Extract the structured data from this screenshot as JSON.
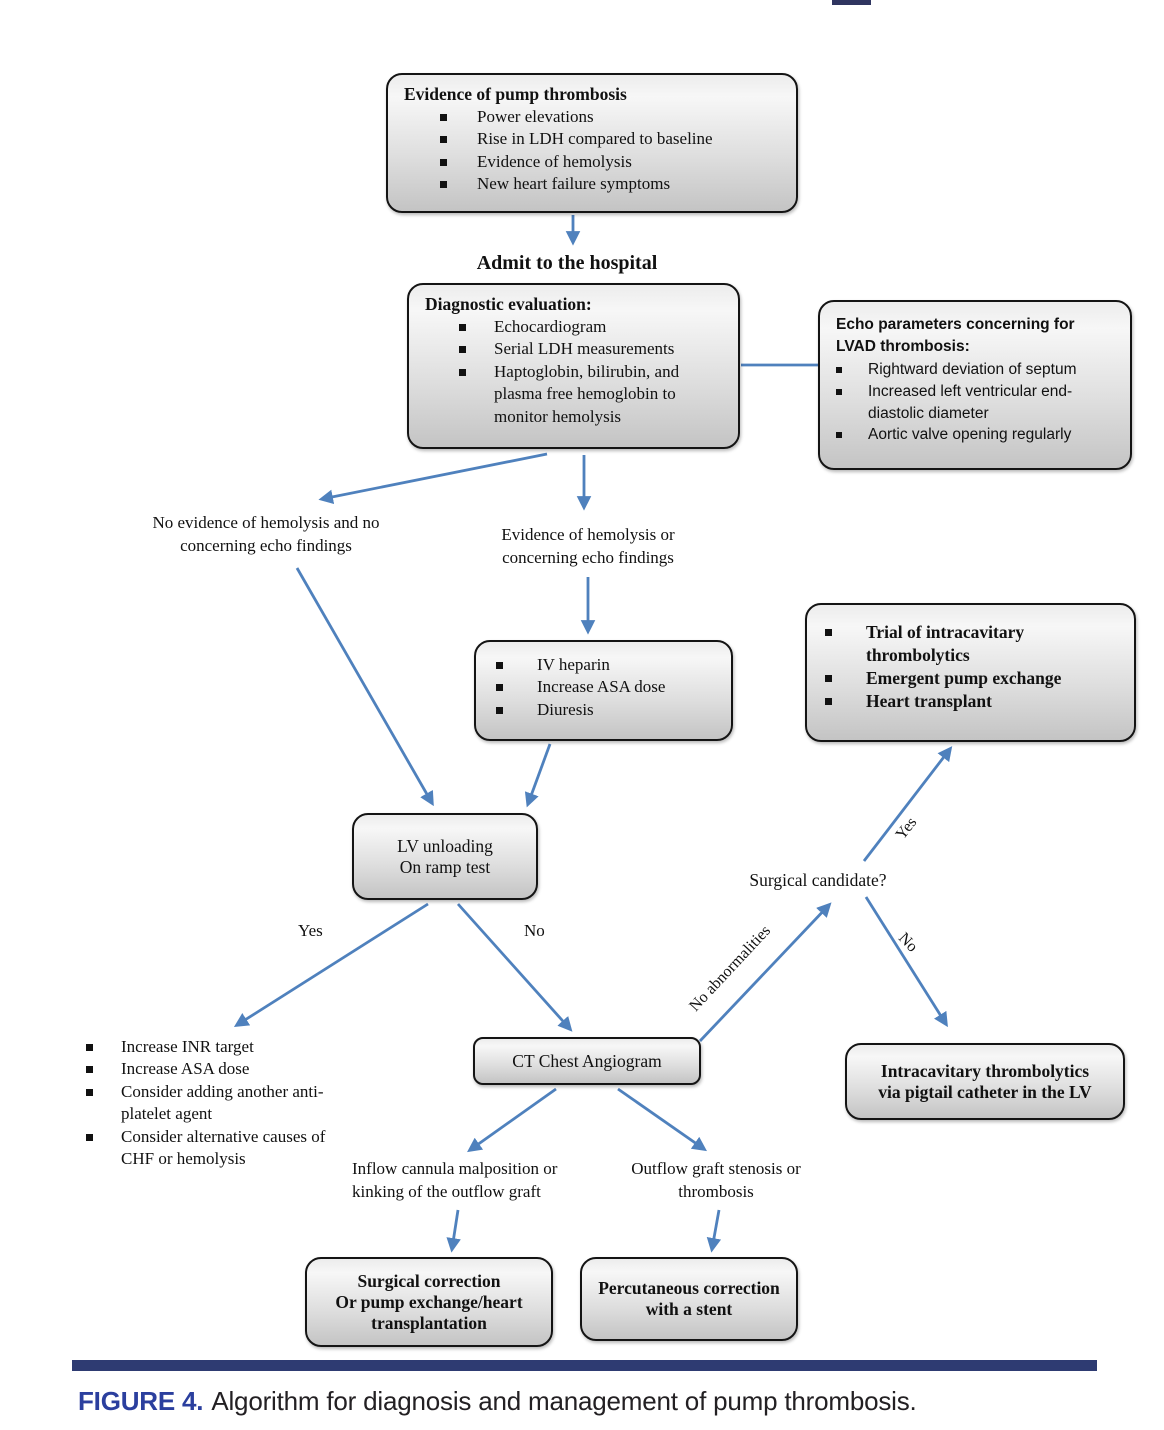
{
  "colors": {
    "arrow": "#4f81bd",
    "divider_bar": "#2e3b72",
    "figure_label": "#2b3f9e",
    "box_border": "#141414"
  },
  "flowchart": {
    "evidence_box": {
      "title": "Evidence of pump thrombosis",
      "bullets": [
        "Power elevations",
        "Rise in LDH compared to baseline",
        "Evidence of hemolysis",
        "New heart failure symptoms"
      ]
    },
    "admit_label": "Admit to the hospital",
    "diagnostic_box": {
      "title": "Diagnostic evaluation:",
      "bullets": [
        "Echocardiogram",
        "Serial LDH measurements",
        "Haptoglobin, bilirubin, and plasma free hemoglobin to monitor hemolysis"
      ]
    },
    "echo_box": {
      "title": "Echo parameters concerning for LVAD thrombosis:",
      "bullets": [
        "Rightward deviation of septum",
        "Increased left ventricular end-diastolic diameter",
        "Aortic valve opening regularly"
      ]
    },
    "no_evidence_label": {
      "lines": [
        "No evidence of hemolysis and no",
        "concerning echo findings"
      ]
    },
    "evidence_label": {
      "lines": [
        "Evidence of hemolysis or",
        "concerning echo findings"
      ]
    },
    "treatment_box": {
      "bullets": [
        "IV heparin",
        "Increase ASA dose",
        "Diuresis"
      ]
    },
    "thrombolytics_box": {
      "bullets": [
        "Trial of intracavitary thrombolytics",
        "Emergent pump exchange",
        "Heart transplant"
      ]
    },
    "lv_unloading_box": {
      "lines": [
        "LV unloading",
        "On ramp test"
      ]
    },
    "branch_labels": {
      "yes": "Yes",
      "no": "No",
      "no_abnormalities": "No abnormalities"
    },
    "surgical_candidate_label": "Surgical candidate?",
    "inr_list": {
      "bullets": [
        "Increase INR target",
        "Increase ASA dose",
        "Consider adding another anti-platelet agent",
        "Consider alternative causes of CHF or hemolysis"
      ]
    },
    "ct_box_label": "CT Chest Angiogram",
    "pigtail_box": {
      "lines": [
        "Intracavitary thrombolytics",
        "via pigtail catheter in the LV"
      ]
    },
    "inflow_label": {
      "lines": [
        "Inflow cannula malposition or",
        "kinking of the outflow graft"
      ]
    },
    "outflow_label": {
      "lines": [
        "Outflow graft stenosis or",
        "thrombosis"
      ]
    },
    "surgical_correction_box": {
      "lines": [
        "Surgical correction",
        "Or pump exchange/heart",
        "transplantation"
      ]
    },
    "percutaneous_box": {
      "lines": [
        "Percutaneous correction",
        "with a stent"
      ]
    }
  },
  "caption": {
    "label": "FIGURE 4.",
    "text": "Algorithm for diagnosis and management of pump thrombosis."
  }
}
